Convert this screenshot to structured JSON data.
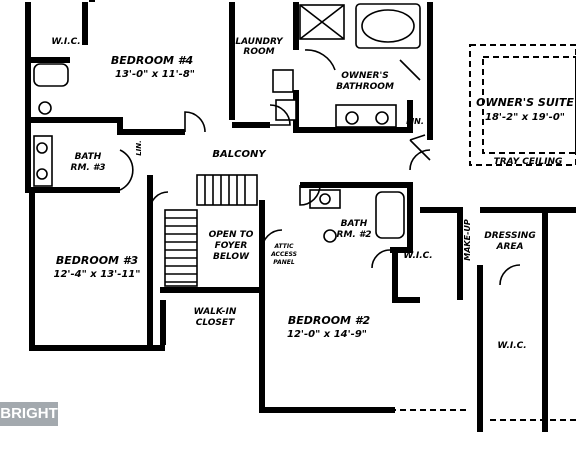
{
  "rooms": {
    "wic_top_left": "W.I.C.",
    "bedroom4_name": "BEDROOM #4",
    "bedroom4_size": "13'-0\" x 11'-8\"",
    "laundry": [
      "LAUNDRY",
      "ROOM"
    ],
    "owners_bath": [
      "OWNER'S",
      "BATHROOM"
    ],
    "owners_suite_name": "OWNER'S SUITE",
    "owners_suite_size": "18'-2\" x 19'-0\"",
    "tray_ceiling": "TRAY CEILING",
    "linen_bath": "LIN.",
    "bath3": [
      "BATH",
      "RM. #3"
    ],
    "linen_hall": "LIN.",
    "balcony": "BALCONY",
    "bath2": [
      "BATH",
      "RM. #2"
    ],
    "open_foyer": [
      "OPEN TO",
      "FOYER",
      "BELOW"
    ],
    "attic": [
      "ATTIC",
      "ACCESS",
      "PANEL"
    ],
    "wic_mid": "W.I.C.",
    "make_up": "MAKE-UP",
    "dressing": [
      "DRESSING",
      "AREA"
    ],
    "bedroom3_name": "BEDROOM #3",
    "bedroom3_size": "12'-4\" x 13'-11\"",
    "walkin": [
      "WALK-IN",
      "CLOSET"
    ],
    "bedroom2_name": "BEDROOM #2",
    "bedroom2_size": "12'-0\" x 14'-9\"",
    "wic_bottom": "W.I.C."
  },
  "watermark": "BRIGHT MLS"
}
